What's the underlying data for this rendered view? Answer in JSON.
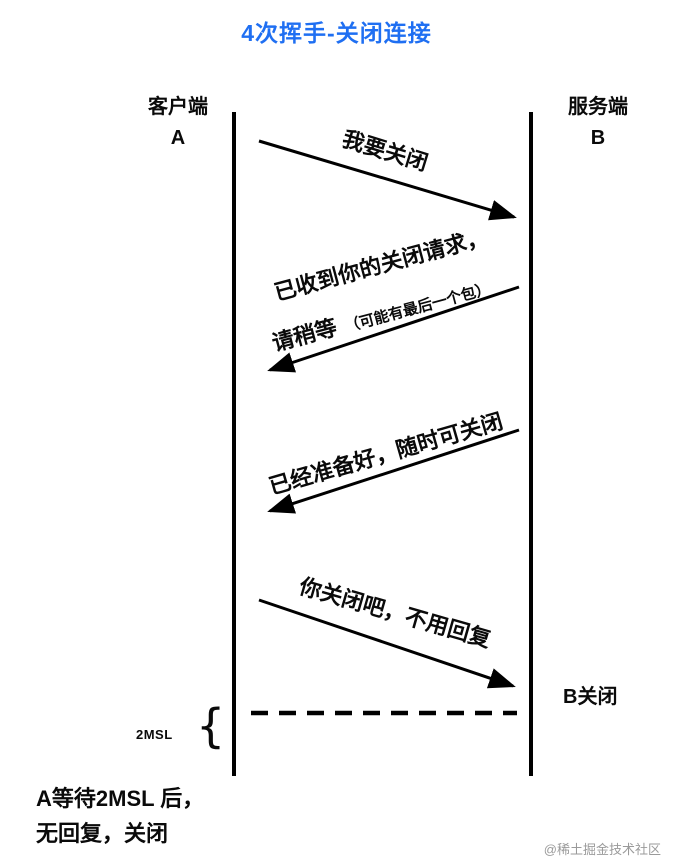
{
  "title": "4次挥手-关闭连接",
  "colors": {
    "title_accent": "#1f6ff2",
    "line": "#000000",
    "watermark": "#9a9a9a"
  },
  "lifelines": {
    "client": {
      "name": "客户端",
      "id": "A"
    },
    "server": {
      "name": "服务端",
      "id": "B"
    }
  },
  "messages": [
    {
      "from": "A",
      "to": "B",
      "label": "我要关闭"
    },
    {
      "from": "B",
      "to": "A",
      "line1": "已收到你的关闭请求，",
      "line2_main": "请稍等",
      "line2_note": "（可能有最后一个包）"
    },
    {
      "from": "B",
      "to": "A",
      "label": "已经准备好，随时可关闭"
    },
    {
      "from": "A",
      "to": "B",
      "label": "你关闭吧，不用回复"
    }
  ],
  "annotations": {
    "server_close": "B关闭",
    "msl": "2MSL",
    "brace": "{",
    "wait_note_line1": "A等待2MSL 后，",
    "wait_note_line2": "无回复，关闭",
    "watermark": "@稀土掘金技术社区"
  }
}
